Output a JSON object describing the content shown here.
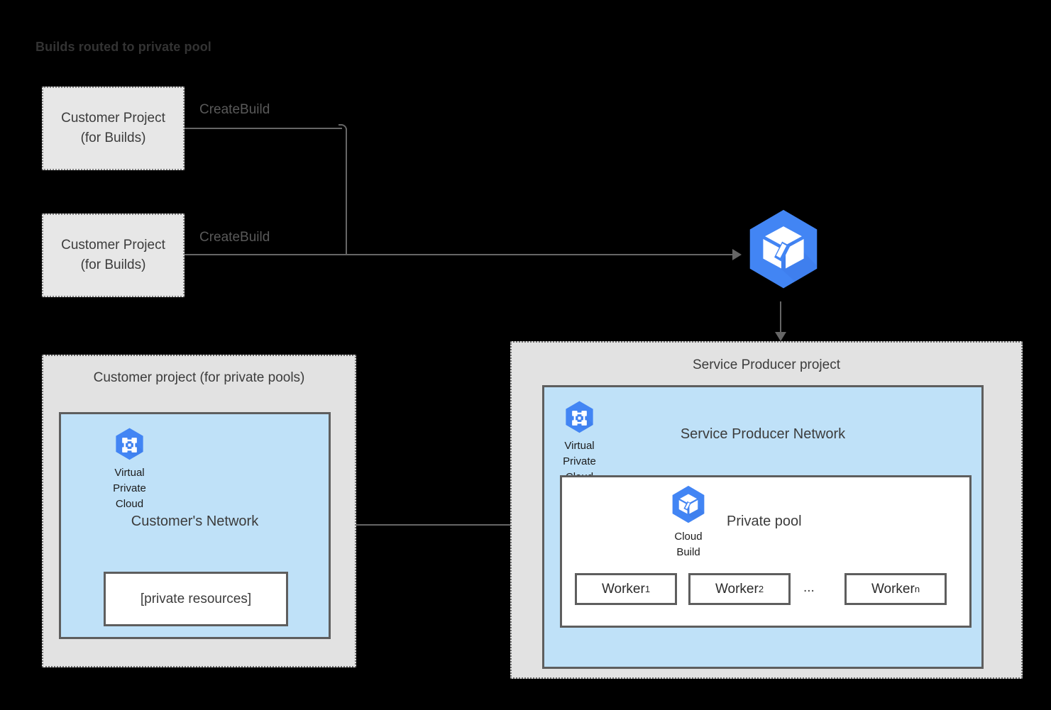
{
  "title": "Builds routed to private pool",
  "build_projects": [
    {
      "name": "customer-project-builds-1",
      "label": "Customer Project\n(for Builds)",
      "edge_label": "CreateBuild"
    },
    {
      "name": "customer-project-builds-2",
      "label": "Customer Project\n(for Builds)",
      "edge_label": "CreateBuild"
    }
  ],
  "cloud_build_service": {
    "icon": "cloud-build-icon",
    "color": "#4285F4"
  },
  "customer_panel": {
    "title": "Customer project (for private pools)",
    "network": {
      "title": "Customer's Network",
      "fill": "#BFE1F8",
      "vpc_icon_caption": "Virtual\nPrivate\nCloud",
      "resources_box": "[private resources]"
    }
  },
  "producer_panel": {
    "title": "Service Producer project",
    "network": {
      "title": "Service Producer Network",
      "fill": "#BFE1F8",
      "vpc_icon_caption": "Virtual\nPrivate\nCloud"
    },
    "private_pool": {
      "title": "Private pool",
      "cloud_build_caption": "Cloud\nBuild",
      "workers": [
        {
          "base": "Worker",
          "sub": "1"
        },
        {
          "base": "Worker",
          "sub": "2"
        },
        {
          "base": "Worker",
          "sub": "n"
        }
      ],
      "ellipsis": "..."
    }
  },
  "colors": {
    "background": "#000000",
    "panel_fill": "#E2E2E2",
    "box_fill": "#E7E7E7",
    "network_fill": "#BFE1F8",
    "stroke": "#5E5E5E",
    "line": "#666666",
    "accent_blue": "#4285F4",
    "title_text": "#333333"
  }
}
